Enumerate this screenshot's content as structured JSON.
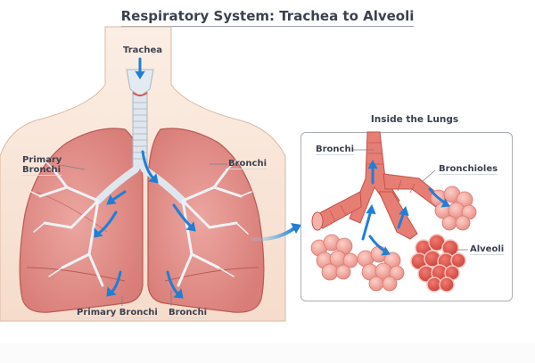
{
  "title": "Respiratory System: Trachea to Alveoli",
  "main_diagram": {
    "labels": {
      "trachea": "Trachea",
      "primary_bronchi_left": "Primary\nBronchi",
      "primary_bronchi_left_line1": "Primary",
      "primary_bronchi_left_line2": "Bronchi",
      "bronchi_right": "Bronchi",
      "primary_bronchi_bottom": "Primary Bronchi",
      "bronchi_bottom": "Bronchi"
    }
  },
  "inset": {
    "title": "Inside the Lungs",
    "labels": {
      "bronchi": "Bronchi",
      "bronchioles": "Bronchioles",
      "alveoli": "Alveoli"
    }
  },
  "colors": {
    "skin": "#f7e3d3",
    "lung": "#e39a94",
    "lung_dark": "#c8625f",
    "airway": "#dfe6ee",
    "arrow_blue": "#1f7fd6",
    "alveoli": "#f2a69c",
    "text": "#3b4150",
    "box_border": "#a9adb4"
  }
}
